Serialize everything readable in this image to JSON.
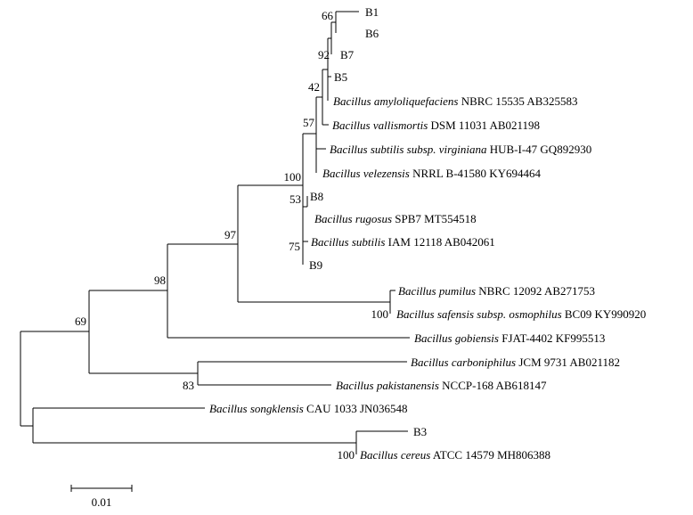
{
  "taxa": [
    {
      "species": "",
      "strain": "B1"
    },
    {
      "species": "",
      "strain": "B6"
    },
    {
      "species": "",
      "strain": "B7"
    },
    {
      "species": "",
      "strain": "B5"
    },
    {
      "species": "Bacillus amyloliquefaciens",
      "strain": "NBRC 15535 AB325583"
    },
    {
      "species": "Bacillus vallismortis",
      "strain": "DSM 11031 AB021198"
    },
    {
      "species": "Bacillus subtilis subsp. virginiana",
      "strain": "HUB-I-47 GQ892930"
    },
    {
      "species": "Bacillus velezensis",
      "strain": "NRRL B-41580 KY694464"
    },
    {
      "species": "",
      "strain": "B8"
    },
    {
      "species": "Bacillus rugosus",
      "strain": "SPB7 MT554518"
    },
    {
      "species": "Bacillus subtilis",
      "strain": "IAM 12118 AB042061"
    },
    {
      "species": "",
      "strain": "B9"
    },
    {
      "species": "Bacillus pumilus",
      "strain": "NBRC 12092 AB271753"
    },
    {
      "species": "Bacillus safensis subsp. osmophilus",
      "strain": "BC09 KY990920"
    },
    {
      "species": "Bacillus gobiensis",
      "strain": "FJAT-4402 KF995513"
    },
    {
      "species": "Bacillus carboniphilus",
      "strain": "JCM 9731 AB021182"
    },
    {
      "species": "Bacillus pakistanensis",
      "strain": "NCCP-168 AB618147"
    },
    {
      "species": "Bacillus songklensis",
      "strain": "CAU 1033 JN036548"
    },
    {
      "species": "",
      "strain": "B3"
    },
    {
      "species": "Bacillus cereus",
      "strain": "ATCC 14579 MH806388"
    }
  ],
  "bootstrap": [
    "66",
    "92",
    "42",
    "57",
    "100",
    "53",
    "75",
    "97",
    "100",
    "98",
    "83",
    "69",
    "100"
  ],
  "scale_bar": {
    "label": "0.01"
  }
}
